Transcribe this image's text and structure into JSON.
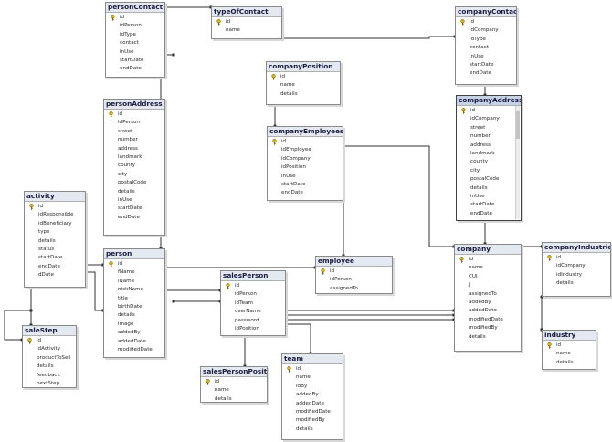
{
  "tables": [
    {
      "id": "personContact",
      "name": "personContact",
      "columns": [
        {
          "name": "id",
          "pk": true
        },
        {
          "name": "idPerson"
        },
        {
          "name": "idType"
        },
        {
          "name": "contact"
        },
        {
          "name": "inUse"
        },
        {
          "name": "startDate"
        },
        {
          "name": "endDate"
        }
      ]
    },
    {
      "id": "typeOfContact",
      "name": "typeOfContact",
      "columns": [
        {
          "name": "id",
          "pk": true
        },
        {
          "name": "name"
        }
      ]
    },
    {
      "id": "companyContact",
      "name": "companyContact",
      "columns": [
        {
          "name": "id",
          "pk": true
        },
        {
          "name": "idCompany"
        },
        {
          "name": "idType"
        },
        {
          "name": "contact"
        },
        {
          "name": "inUse"
        },
        {
          "name": "startDate"
        },
        {
          "name": "endDate"
        }
      ]
    },
    {
      "id": "companyPosition",
      "name": "companyPosition",
      "columns": [
        {
          "name": "id",
          "pk": true
        },
        {
          "name": "name"
        },
        {
          "name": "details"
        }
      ]
    },
    {
      "id": "personAddress",
      "name": "personAddress",
      "columns": [
        {
          "name": "id",
          "pk": true
        },
        {
          "name": "idPerson"
        },
        {
          "name": "street"
        },
        {
          "name": "number"
        },
        {
          "name": "address"
        },
        {
          "name": "landmark"
        },
        {
          "name": "county"
        },
        {
          "name": "city"
        },
        {
          "name": "postalCode"
        },
        {
          "name": "details"
        },
        {
          "name": "inUse"
        },
        {
          "name": "startDate"
        },
        {
          "name": "endDate"
        }
      ]
    },
    {
      "id": "companyEmployees",
      "name": "companyEmployees",
      "columns": [
        {
          "name": "id",
          "pk": true
        },
        {
          "name": "idEmployee"
        },
        {
          "name": "idCompany"
        },
        {
          "name": "idPosition"
        },
        {
          "name": "inUse"
        },
        {
          "name": "startDate"
        },
        {
          "name": "endDate"
        }
      ]
    },
    {
      "id": "companyAddress",
      "name": "companyAddress",
      "selected": true,
      "scrollbar": true,
      "columns": [
        {
          "name": "id",
          "pk": true
        },
        {
          "name": "idCompany"
        },
        {
          "name": "street"
        },
        {
          "name": "number"
        },
        {
          "name": "address"
        },
        {
          "name": "landmark"
        },
        {
          "name": "county"
        },
        {
          "name": "city"
        },
        {
          "name": "postalCode"
        },
        {
          "name": "details"
        },
        {
          "name": "inUse"
        },
        {
          "name": "startDate"
        },
        {
          "name": "endDate"
        }
      ]
    },
    {
      "id": "activity",
      "name": "activity",
      "columns": [
        {
          "name": "id",
          "pk": true
        },
        {
          "name": "idResponsible"
        },
        {
          "name": "idBeneficiary"
        },
        {
          "name": "type"
        },
        {
          "name": "details"
        },
        {
          "name": "status"
        },
        {
          "name": "startDate"
        },
        {
          "name": "endDate"
        },
        {
          "name": "dDate"
        }
      ]
    },
    {
      "id": "person",
      "name": "person",
      "columns": [
        {
          "name": "id",
          "pk": true
        },
        {
          "name": "fName"
        },
        {
          "name": "lName"
        },
        {
          "name": "nickName"
        },
        {
          "name": "title"
        },
        {
          "name": "birthDate"
        },
        {
          "name": "details"
        },
        {
          "name": "image"
        },
        {
          "name": "addedBy"
        },
        {
          "name": "addedDate"
        },
        {
          "name": "modifiedDate"
        }
      ]
    },
    {
      "id": "employee",
      "name": "employee",
      "columns": [
        {
          "name": "id",
          "pk": true
        },
        {
          "name": "idPerson"
        },
        {
          "name": "assignedTo"
        }
      ]
    },
    {
      "id": "company",
      "name": "company",
      "columns": [
        {
          "name": "id",
          "pk": true
        },
        {
          "name": "name"
        },
        {
          "name": "CUI"
        },
        {
          "name": "J"
        },
        {
          "name": "assignedTo"
        },
        {
          "name": "addedBy"
        },
        {
          "name": "addedDate"
        },
        {
          "name": "modifiedDate"
        },
        {
          "name": "modifiedBy"
        },
        {
          "name": "details"
        }
      ]
    },
    {
      "id": "companyIndustries",
      "name": "companyIndustries",
      "columns": [
        {
          "name": "id",
          "pk": true
        },
        {
          "name": "idCompany"
        },
        {
          "name": "idIndustry"
        },
        {
          "name": "details"
        }
      ]
    },
    {
      "id": "salesPerson",
      "name": "salesPerson",
      "columns": [
        {
          "name": "id",
          "pk": true
        },
        {
          "name": "idPerson"
        },
        {
          "name": "idTeam"
        },
        {
          "name": "userName"
        },
        {
          "name": "password"
        },
        {
          "name": "idPosition"
        }
      ]
    },
    {
      "id": "saleStep",
      "name": "saleStep",
      "columns": [
        {
          "name": "id",
          "pk": true
        },
        {
          "name": "idActivity"
        },
        {
          "name": "productToSell"
        },
        {
          "name": "details"
        },
        {
          "name": "feedback"
        },
        {
          "name": "nextStep"
        }
      ]
    },
    {
      "id": "industry",
      "name": "industry",
      "columns": [
        {
          "name": "id",
          "pk": true
        },
        {
          "name": "name"
        },
        {
          "name": "details"
        }
      ]
    },
    {
      "id": "salesPersonPosition",
      "name": "salesPersonPosition",
      "columns": [
        {
          "name": "id",
          "pk": true
        },
        {
          "name": "name"
        },
        {
          "name": "details"
        }
      ]
    },
    {
      "id": "team",
      "name": "team",
      "columns": [
        {
          "name": "id",
          "pk": true
        },
        {
          "name": "name"
        },
        {
          "name": "idBy"
        },
        {
          "name": "addedBy"
        },
        {
          "name": "addedDate"
        },
        {
          "name": "modifiedDate"
        },
        {
          "name": "modifiedBy"
        },
        {
          "name": "details"
        }
      ]
    }
  ],
  "relationships": [
    {
      "from": "personContact",
      "to": "typeOfContact"
    },
    {
      "from": "companyContact",
      "to": "typeOfContact"
    },
    {
      "from": "personContact",
      "to": "person"
    },
    {
      "from": "personAddress",
      "to": "person"
    },
    {
      "from": "companyContact",
      "to": "company"
    },
    {
      "from": "companyAddress",
      "to": "company"
    },
    {
      "from": "companyEmployees",
      "to": "companyPosition"
    },
    {
      "from": "companyEmployees",
      "to": "employee"
    },
    {
      "from": "companyEmployees",
      "to": "company"
    },
    {
      "from": "employee",
      "to": "person"
    },
    {
      "from": "salesPerson",
      "to": "person"
    },
    {
      "from": "salesPerson",
      "to": "company"
    },
    {
      "from": "salesPerson",
      "to": "salesPersonPosition"
    },
    {
      "from": "salesPerson",
      "to": "team"
    },
    {
      "from": "activity",
      "to": "person"
    },
    {
      "from": "activity",
      "to": "saleStep"
    },
    {
      "from": "saleStep",
      "to": "saleStep"
    },
    {
      "from": "companyIndustries",
      "to": "company"
    },
    {
      "from": "companyIndustries",
      "to": "industry"
    }
  ],
  "colors": {
    "key_icon": "#d8b820",
    "line": "#303030",
    "title_bg": "#e4e8f0"
  }
}
